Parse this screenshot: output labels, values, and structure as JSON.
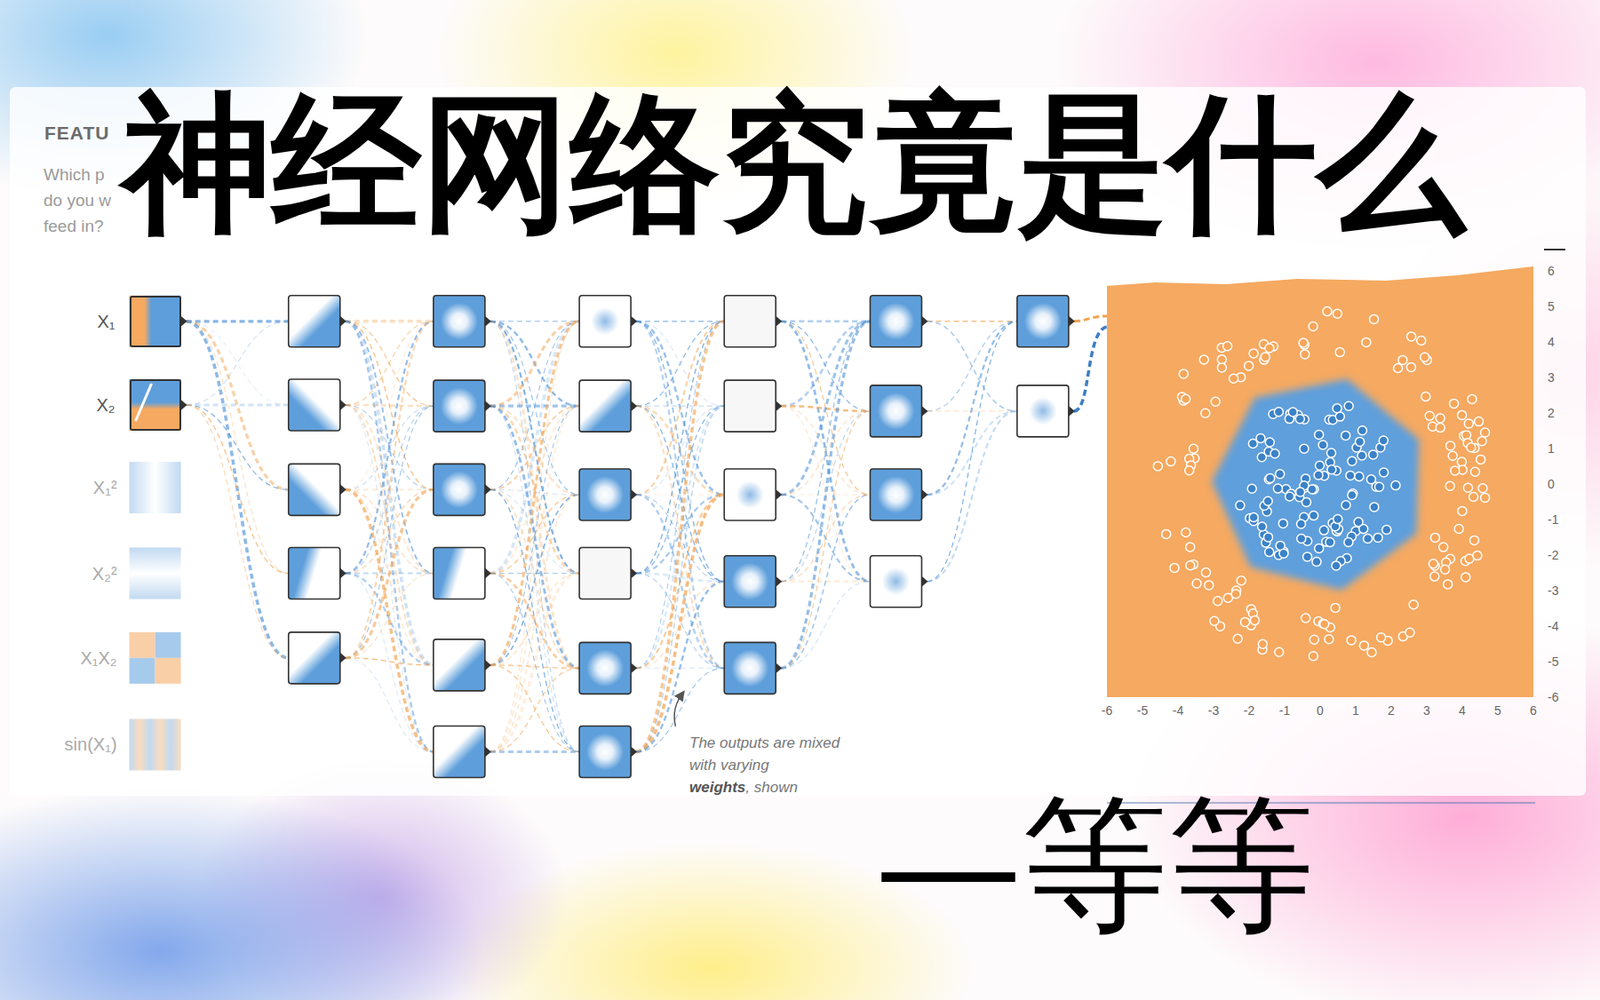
{
  "diagram": {
    "title": "神经网络究竟是什么",
    "nodes": [
      {
        "text": [
          "X₁"
        ]
      },
      {
        "text": [
          "X₂"
        ]
      },
      {
        "text": [
          "X₁²"
        ]
      },
      {
        "text": [
          "X₂²"
        ]
      },
      {
        "text": [
          "X₁X₂"
        ]
      },
      {
        "text": [
          "sin(X₁)"
        ]
      }
    ],
    "labels": [
      "FEATU",
      "Which p",
      "do you w",
      "feed in?",
      "The outputs are mixed with varying",
      "weights",
      ", shown",
      "6",
      "5",
      "4",
      "3",
      "2",
      "1",
      "0",
      "-1",
      "-2",
      "-3",
      "-4",
      "-5",
      "-6",
      "-6",
      "-5",
      "-4",
      "-3",
      "-2",
      "-1",
      "0",
      "1",
      "2",
      "3",
      "4",
      "5",
      "6",
      "—等等"
    ]
  }
}
